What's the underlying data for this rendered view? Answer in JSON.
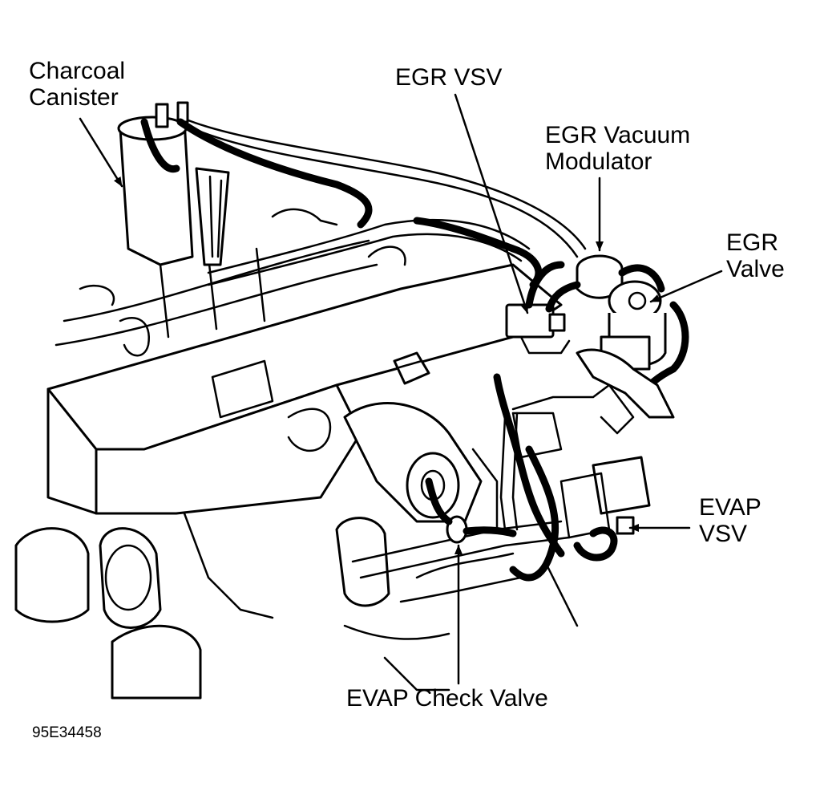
{
  "labels": {
    "charcoal_canister": [
      "Charcoal",
      "Canister"
    ],
    "egr_vsv": "EGR VSV",
    "egr_vacuum_modulator": [
      "EGR Vacuum",
      "Modulator"
    ],
    "egr_valve": [
      "EGR",
      "Valve"
    ],
    "evap_vsv": [
      "EVAP",
      "VSV"
    ],
    "evap_check_valve": "EVAP Check Valve"
  },
  "figure_id": "95E34458",
  "colors": {
    "ink": "#000000",
    "paper": "#ffffff"
  }
}
